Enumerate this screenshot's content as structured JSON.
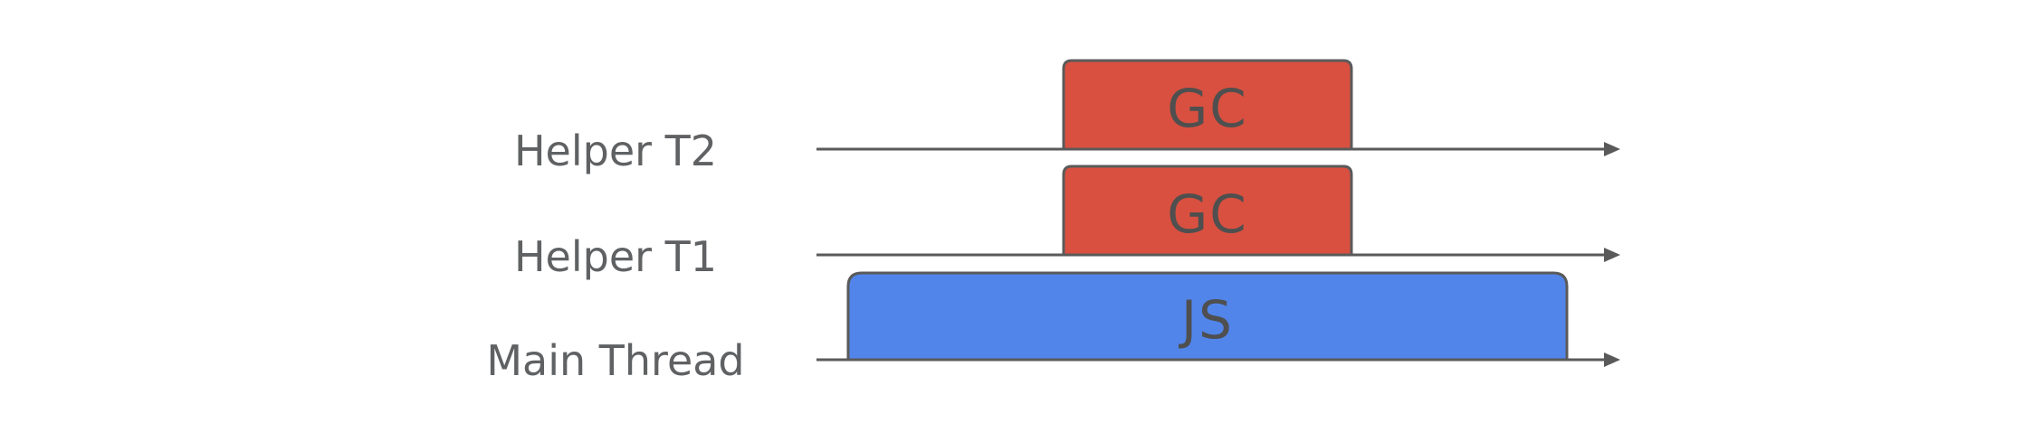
{
  "colors": {
    "gc_block": "#d95040",
    "js_block": "#5185ea",
    "line": "#5a5a5a",
    "text": "#5f6163"
  },
  "threads": [
    {
      "label": "Helper T2"
    },
    {
      "label": "Helper T1"
    },
    {
      "label": "Main Thread"
    }
  ],
  "blocks": [
    {
      "label": "GC",
      "thread": "Helper T2"
    },
    {
      "label": "GC",
      "thread": "Helper T1"
    },
    {
      "label": "JS",
      "thread": "Main Thread"
    }
  ]
}
